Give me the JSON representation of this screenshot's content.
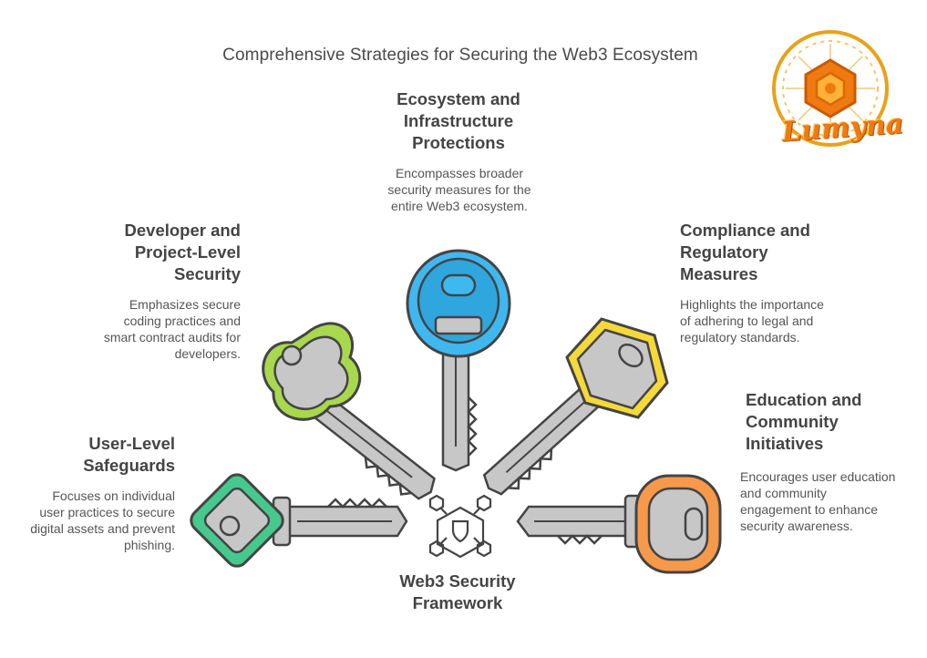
{
  "title": "Comprehensive Strategies for Securing the Web3 Ecosystem",
  "logo": {
    "text": "Lumyna",
    "colors": {
      "gold": "#e8a21a",
      "orange": "#f07a12"
    }
  },
  "center": {
    "label": "Web3 Security Framework",
    "icon": "shield-network-icon"
  },
  "keys": [
    {
      "id": "user",
      "heading": "User-Level Safeguards",
      "description": "Focuses on individual user practices to secure digital assets and prevent phishing.",
      "color": "#46c98c"
    },
    {
      "id": "developer",
      "heading": "Developer and Project-Level Security",
      "description": "Emphasizes secure coding practices and smart contract audits for developers.",
      "color": "#a8d84e"
    },
    {
      "id": "ecosystem",
      "heading": "Ecosystem and Infrastructure Protections",
      "description": "Encompasses broader security measures for the entire Web3 ecosystem.",
      "color": "#3fb8f0"
    },
    {
      "id": "compliance",
      "heading": "Compliance and Regulatory Measures",
      "description": "Highlights the importance of adhering to legal and regulatory standards.",
      "color": "#f5d93a"
    },
    {
      "id": "education",
      "heading": "Education and Community Initiatives",
      "description": "Encourages user education and community engagement to enhance security awareness.",
      "color": "#f7994a"
    }
  ]
}
